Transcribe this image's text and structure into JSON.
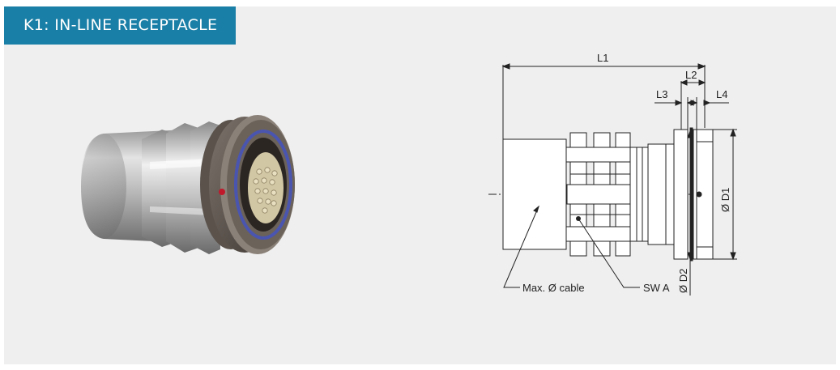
{
  "header": {
    "title": "K1: IN-LINE RECEPTACLE"
  },
  "drawing": {
    "dim_l1": "L1",
    "dim_l2": "L2",
    "dim_l3": "L3",
    "dim_l4": "L4",
    "dim_d1": "Ø D1",
    "dim_d2": "Ø D2",
    "label_cable": "Max. Ø cable",
    "label_swa": "SW A"
  },
  "colors": {
    "banner": "#1a7fa6",
    "panel": "#efefef",
    "seal_blue": "#4a55b0",
    "index_red": "#c0192c"
  }
}
